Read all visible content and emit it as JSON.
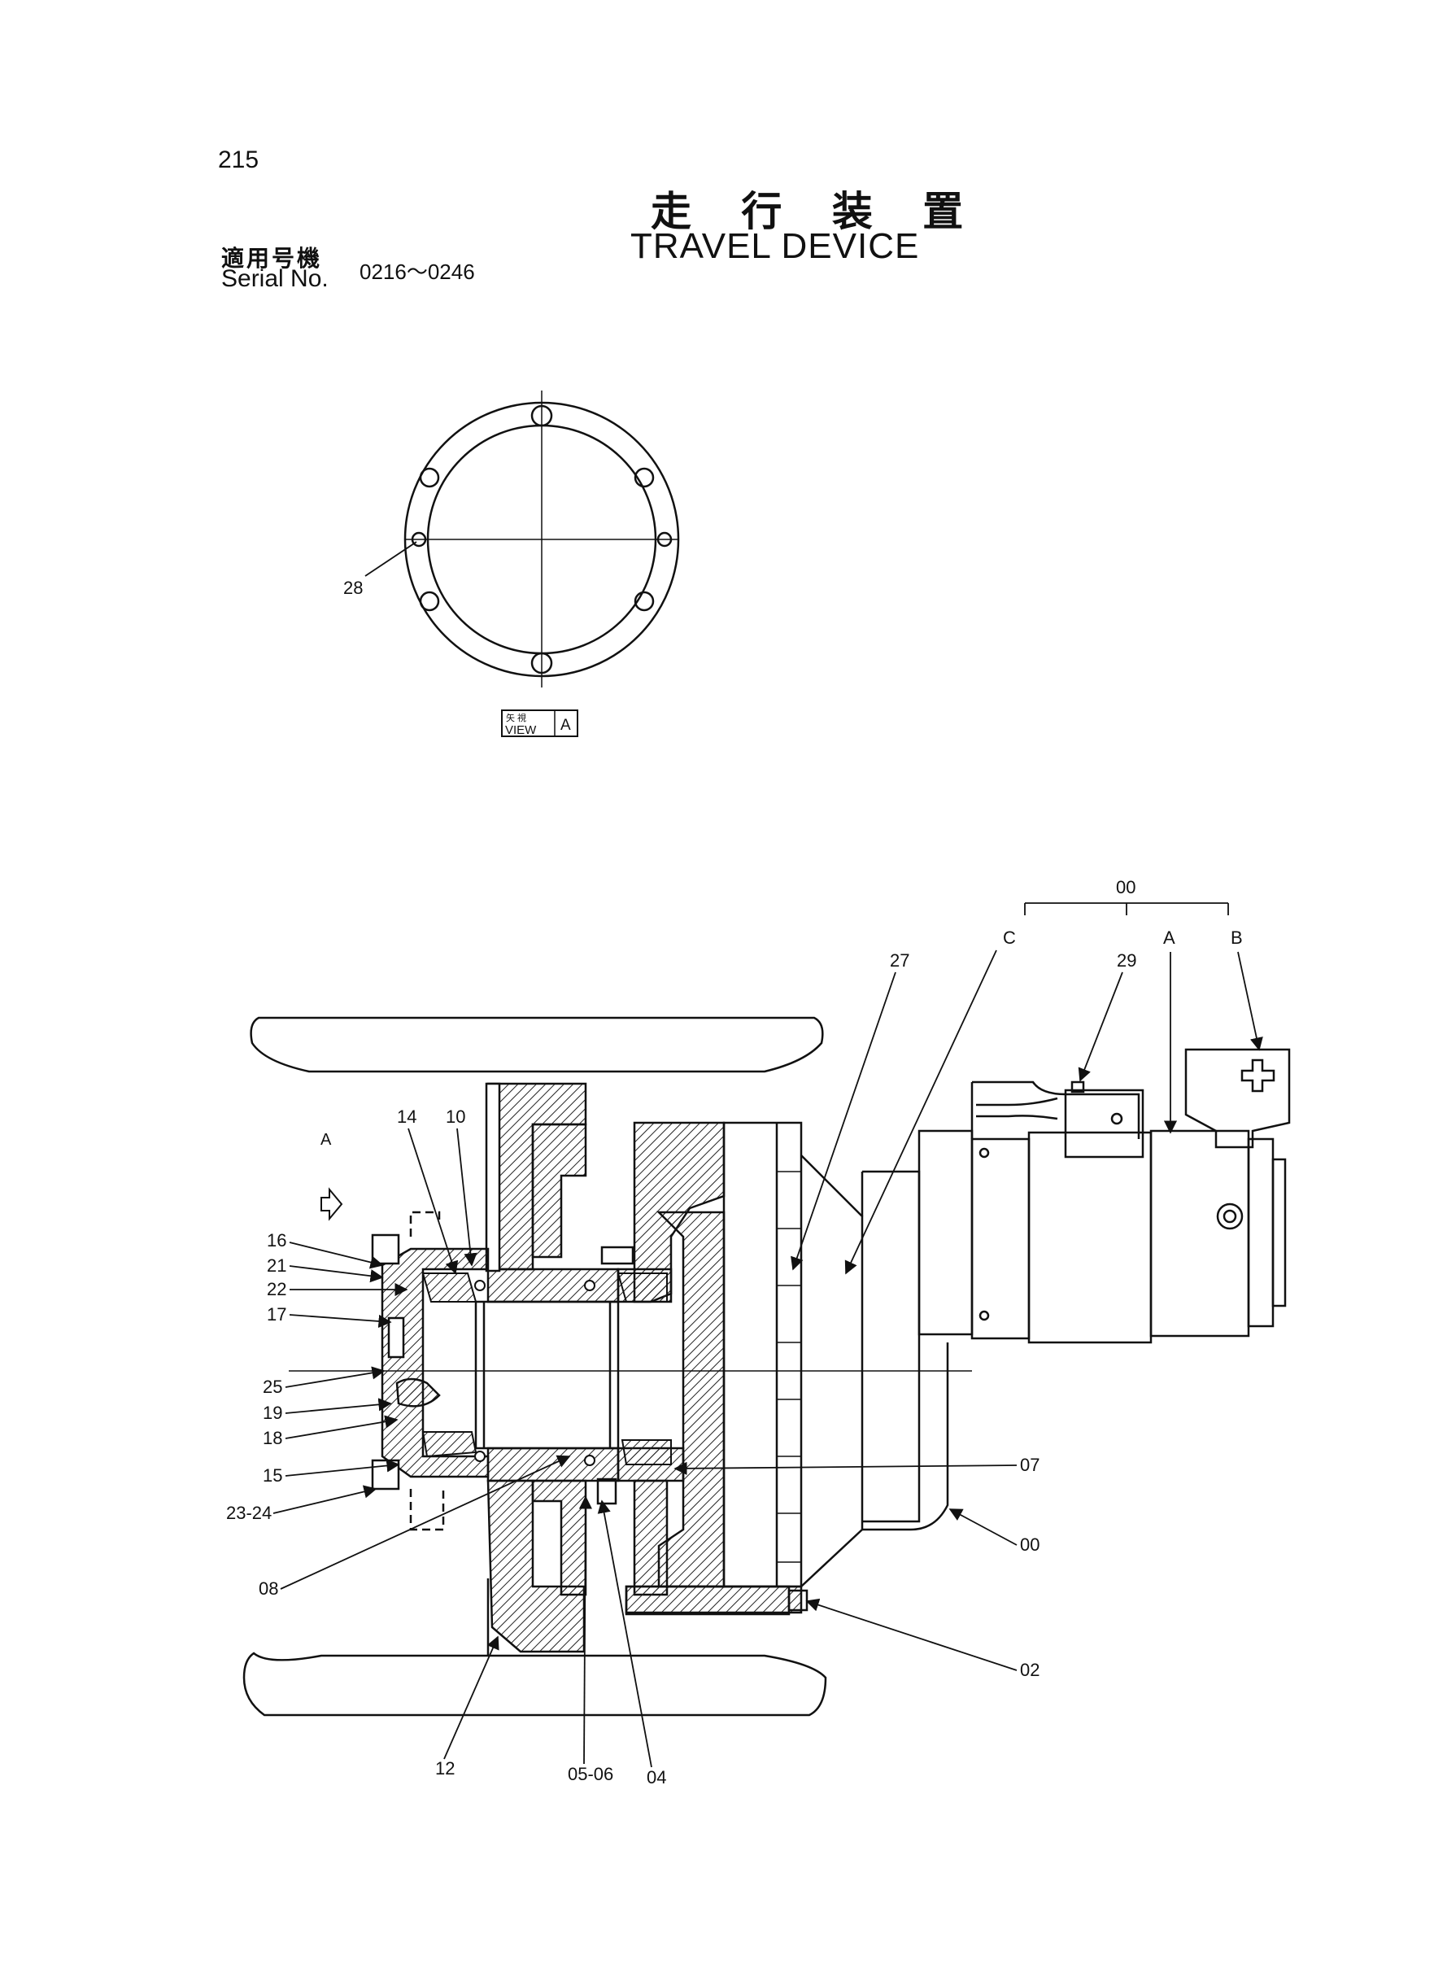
{
  "header": {
    "page_number": "215",
    "title_jp": "走 行 装 置",
    "title_en": "TRAVEL DEVICE",
    "serial_label_jp": "適用号機",
    "serial_label_en": "Serial No.",
    "serial_range": "0216～0246"
  },
  "view_a": {
    "label_jp": "矢 視",
    "label_en": "VIEW",
    "label_letter": "A"
  },
  "callouts": {
    "p00_top": "00",
    "p00_a": "A",
    "p00_b": "B",
    "p00_c": "C",
    "p27": "27",
    "p29": "29",
    "p14": "14",
    "p10": "10",
    "p16": "16",
    "p21": "21",
    "p22": "22",
    "p17": "17",
    "p25": "25",
    "p19": "19",
    "p18": "18",
    "p15": "15",
    "p23_24": "23-24",
    "p08": "08",
    "p07": "07",
    "p00_right": "00",
    "p02": "02",
    "p12": "12",
    "p05_06": "05-06",
    "p04": "04",
    "p28": "28",
    "arrow_a": "A"
  }
}
